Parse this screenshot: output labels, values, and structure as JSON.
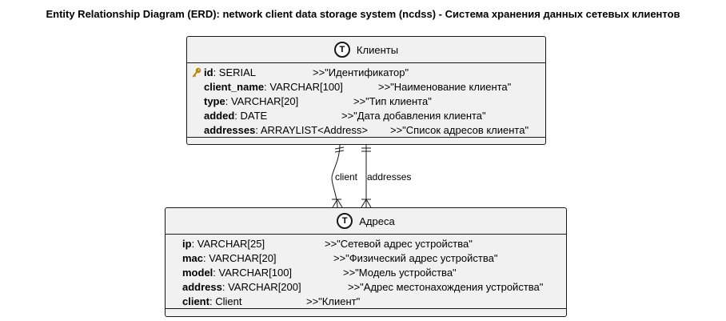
{
  "title": "Entity Relationship Diagram (ERD): network client data storage system (ncdss) - Система хранения данных сетевых клиентов",
  "entities": {
    "clients": {
      "badge": "T",
      "name": "Клиенты",
      "fields": [
        {
          "name": "id",
          "type": ": SERIAL",
          "comment": ">>\"Идентификатор\"",
          "primary_key": true
        },
        {
          "name": "client_name",
          "type": ": VARCHAR[100]",
          "comment": ">>\"Наименование клиента\""
        },
        {
          "name": "type",
          "type": ": VARCHAR[20]",
          "comment": ">>\"Тип клиента\""
        },
        {
          "name": "added",
          "type": ": DATE",
          "comment": ">>\"Дата добавления клиента\""
        },
        {
          "name": "addresses",
          "type": ": ARRAYLIST<Address>",
          "comment": ">>\"Список адресов клиента\""
        }
      ]
    },
    "addresses": {
      "badge": "T",
      "name": "Адреса",
      "fields": [
        {
          "name": "ip",
          "type": ": VARCHAR[25]",
          "comment": ">>\"Сетевой адрес устройства\""
        },
        {
          "name": "mac",
          "type": ": VARCHAR[20]",
          "comment": ">>\"Физический адрес устройства\""
        },
        {
          "name": "model",
          "type": ": VARCHAR[100]",
          "comment": ">>\"Модель устройства\""
        },
        {
          "name": "address",
          "type": ": VARCHAR[200]",
          "comment": ">>\"Адрес местонахождения устройства\""
        },
        {
          "name": "client",
          "type": ": Client",
          "comment": ">>\"Клиент\""
        }
      ]
    }
  },
  "relations": [
    {
      "label": "client",
      "from": "clients",
      "to": "addresses",
      "from_cardinality": "exactly-one",
      "to_cardinality": "one-or-many"
    },
    {
      "label": "addresses",
      "from": "clients",
      "to": "addresses",
      "from_cardinality": "exactly-one",
      "to_cardinality": "one-or-many"
    }
  ],
  "colors": {
    "entity_fill": "#f1f1f1",
    "border": "#181818",
    "key_icon": "#b8860b"
  }
}
